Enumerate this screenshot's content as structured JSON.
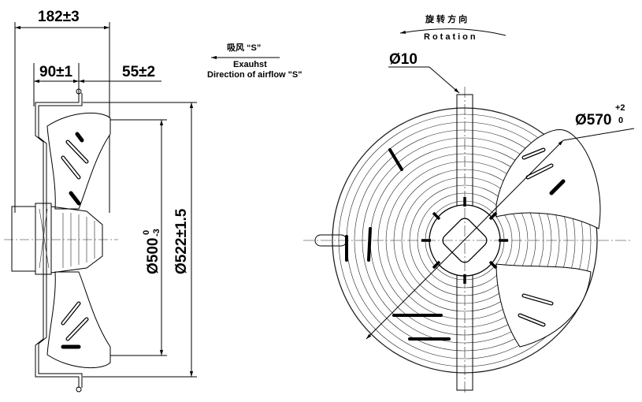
{
  "side_view": {
    "depth_total": "182±3",
    "depth_front": "90±1",
    "depth_rear": "55±2",
    "inner_diameter": "Ø500",
    "inner_tol_upper": "0",
    "inner_tol_lower": "-3",
    "outer_diameter": "Ø522±1.5"
  },
  "airflow": {
    "label_cn": "吸风 “S”",
    "label_en": "Exauhst",
    "label_desc": "Direction of airflow \"S\""
  },
  "front_view": {
    "rotation_cn": "旋 转 方 向",
    "rotation_en": "Rotation",
    "hole_diameter": "Ø10",
    "ring_diameter": "Ø570",
    "ring_tol_upper": "+2",
    "ring_tol_lower": "0"
  }
}
